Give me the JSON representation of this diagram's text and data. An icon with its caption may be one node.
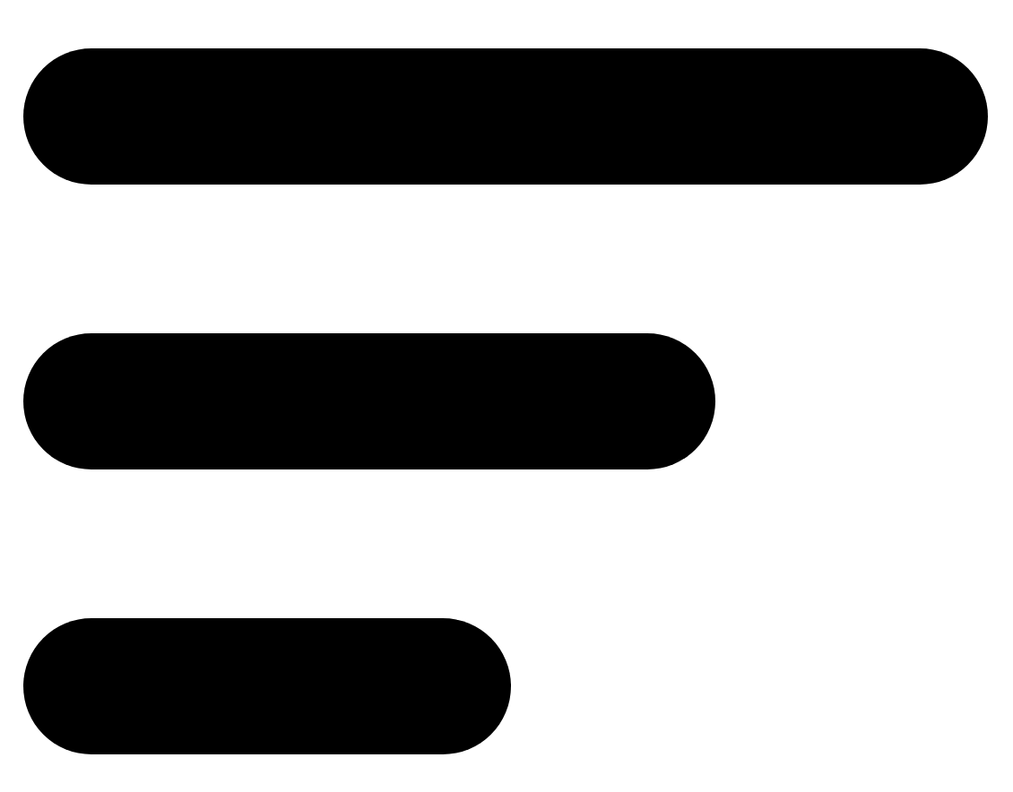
{
  "diagram": {
    "nodes": [
      {
        "text": [],
        "shape": "bar"
      },
      {
        "text": [],
        "shape": "bar"
      },
      {
        "text": [],
        "shape": "bar"
      }
    ]
  }
}
